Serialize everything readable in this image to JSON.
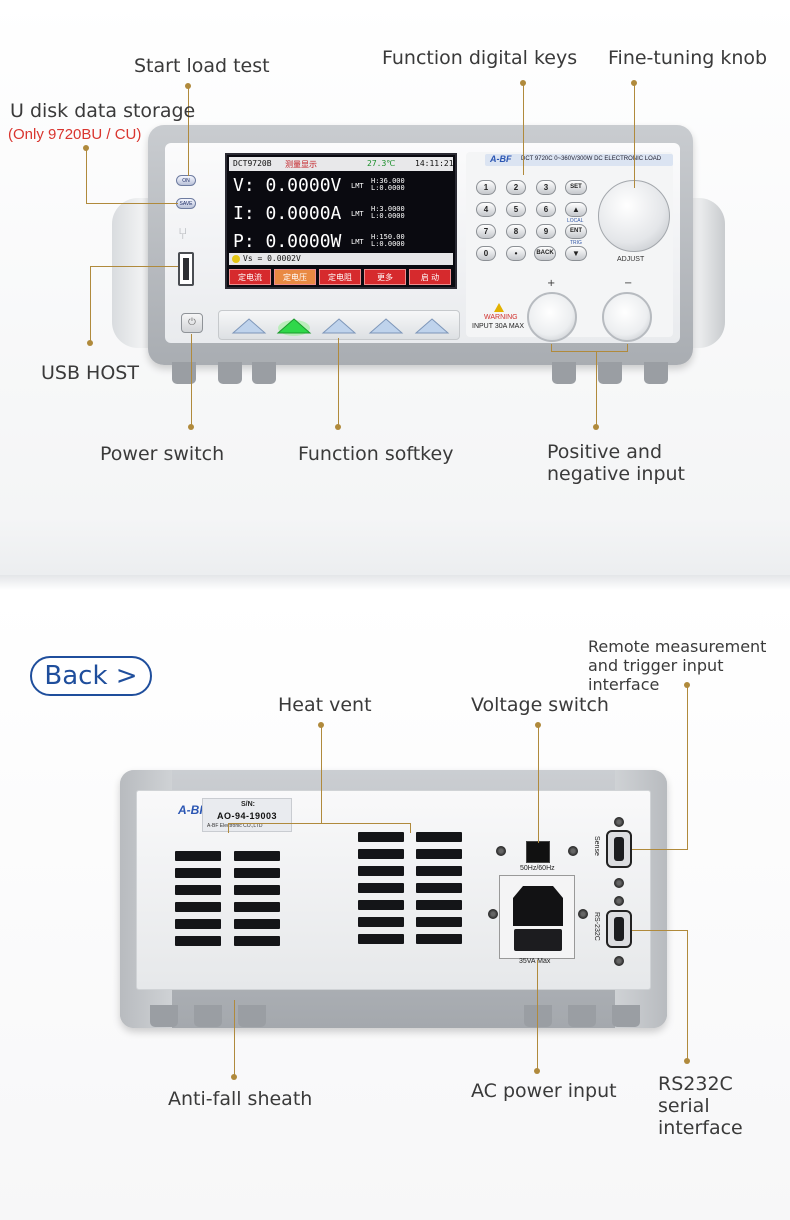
{
  "front": {
    "labels": {
      "start_load_test": "Start load test",
      "function_digital_keys": "Function digital keys",
      "fine_tuning_knob": "Fine-tuning knob",
      "u_disk_storage": "U disk data storage",
      "u_disk_note": "(Only 9720BU / CU)",
      "usb_host": "USB HOST",
      "power_switch": "Power switch",
      "function_softkey": "Function softkey",
      "pos_neg_input": "Positive and\nnegative input"
    },
    "device": {
      "btn_on": "ON",
      "btn_save": "SAVE",
      "brand": "A-BF",
      "model_strip": "DCT 9720C 0~360V/300W DC ELECTRONIC LOAD",
      "adjust": "ADJUST",
      "warning": "WARNING",
      "input_max": "INPUT  30A  MAX",
      "plus": "+",
      "minus": "−",
      "screen": {
        "model": "DCT9720B",
        "mode": "测量显示",
        "temp": "27.3℃",
        "time": "14:11:21",
        "v_row": "V: 0.0000V",
        "i_row": "I: 0.0000A",
        "p_row": "P: 0.0000W",
        "lmt": "LMT",
        "v_limit": [
          "H:36.000",
          "L:0.0000"
        ],
        "i_limit": [
          "H:3.0000",
          "L:0.0000"
        ],
        "p_limit": [
          "H:150.00",
          "L:0.0000"
        ],
        "vs": "Vs = 0.0002V",
        "softkeys": [
          "定电流",
          "定电压",
          "定电阻",
          "更多",
          "启 动"
        ]
      },
      "keys": {
        "row1": [
          "1",
          "2",
          "3",
          "SET"
        ],
        "row2": [
          "4",
          "5",
          "6"
        ],
        "row3": [
          "7",
          "8",
          "9",
          "ENT"
        ],
        "row4": [
          "0",
          "•",
          "BACK"
        ],
        "local": "LOCAL",
        "trig": "TRIG"
      }
    }
  },
  "back_button": "Back >",
  "rear": {
    "labels": {
      "remote_measurement": "Remote measurement\nand trigger input interface",
      "heat_vent": "Heat vent",
      "voltage_switch": "Voltage switch",
      "anti_fall": "Anti-fall sheath",
      "ac_power": "AC power input",
      "rs232c": "RS232C\nserial interface"
    },
    "device": {
      "brand": "A-BF",
      "sn_label": "S/N:",
      "sn": "AO-94-19003",
      "company": "A-BF Electronic  CO.,LTD",
      "freq": "50Hz/60Hz",
      "power_rating": "35VA Max",
      "sense": "Sense",
      "rs232": "RS-232C"
    }
  },
  "colors": {
    "leader": "#b08a3c",
    "back_button": "#1f4e9c",
    "accent_red": "#d9352f"
  }
}
